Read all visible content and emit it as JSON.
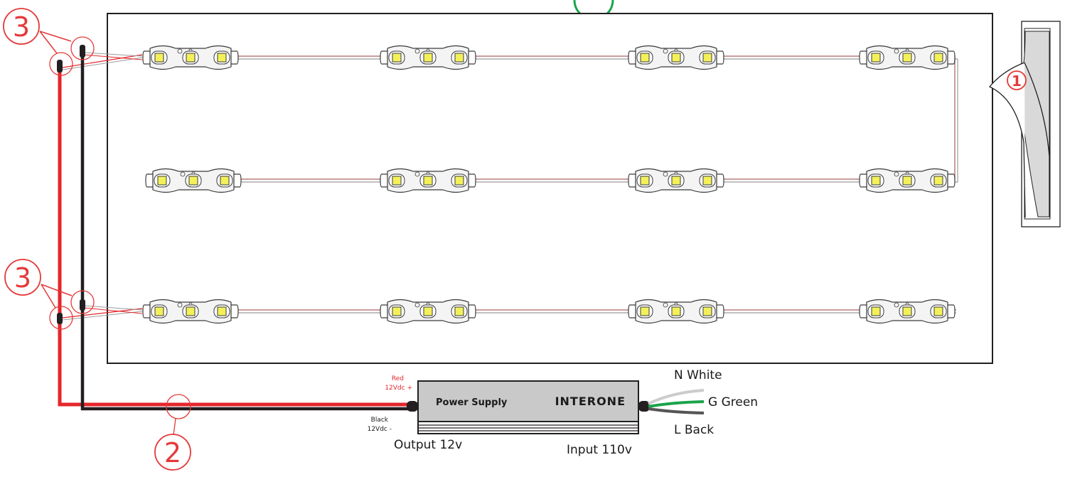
{
  "markers": {
    "one": "1",
    "two": "2",
    "three_top": "3",
    "three_bottom": "3"
  },
  "power_supply": {
    "title": "Power Supply",
    "brand": "INTERONE",
    "output_label": "Output 12v",
    "input_label": "Input 110v"
  },
  "output_leads": {
    "red_label_1": "Red",
    "red_label_2": "12Vdc +",
    "black_label_1": "Black",
    "black_label_2": "12Vdc -"
  },
  "input_leads": {
    "white": "N White",
    "green": "G Green",
    "black": "L Back"
  },
  "colors": {
    "red_wire": "#e5262b",
    "black_wire": "#231f20",
    "white_wire": "#cccccc",
    "green_wire": "#1aa34a",
    "marker": "#e53939",
    "led_chip": "#f3f05a",
    "psu_body": "#c9c9c9"
  },
  "led_rows": 3,
  "modules_per_row": 4
}
